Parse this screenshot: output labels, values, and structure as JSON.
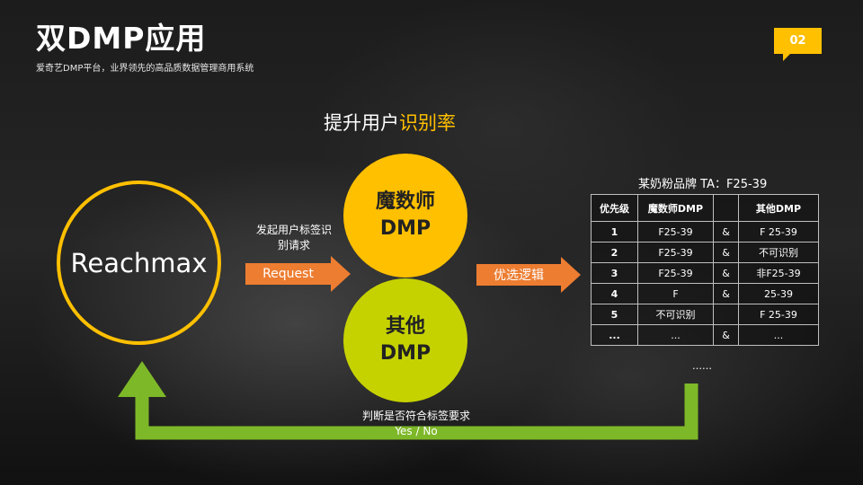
{
  "slide": {
    "title": "双DMP应用",
    "subtitle": "爱奇艺DMP平台，业界领先的高品质数据管理商用系统",
    "page_number": "02",
    "accent_color": "#ffc000"
  },
  "heading": {
    "prefix": "提升用户",
    "highlight": "识别率"
  },
  "nodes": {
    "reachmax": "Reachmax",
    "dmp1": {
      "line1": "魔数师",
      "line2": "DMP",
      "color": "#ffc000"
    },
    "dmp2": {
      "line1": "其他",
      "line2": "DMP",
      "color": "#c5d200"
    }
  },
  "arrows": {
    "request_note": "发起用户标签识别请求",
    "request_label": "Request",
    "prefer_label": "优选逻辑",
    "loop_note": "判断是否符合标签要求",
    "loop_label": "Yes / No",
    "arrow_color": "#ed7d31",
    "loop_color": "#7db828"
  },
  "table": {
    "caption": "某奶粉品牌 TA：F25-39",
    "headers": [
      "优先级",
      "魔数师DMP",
      "",
      "其他DMP"
    ],
    "rows": [
      [
        "1",
        "F25-39",
        "&",
        "F 25-39"
      ],
      [
        "2",
        "F25-39",
        "&",
        "不可识别"
      ],
      [
        "3",
        "F25-39",
        "&",
        "非F25-39"
      ],
      [
        "4",
        "F",
        "&",
        "25-39"
      ],
      [
        "5",
        "不可识别",
        "",
        "F 25-39"
      ],
      [
        "...",
        "...",
        "&",
        "..."
      ]
    ],
    "more": "……"
  }
}
